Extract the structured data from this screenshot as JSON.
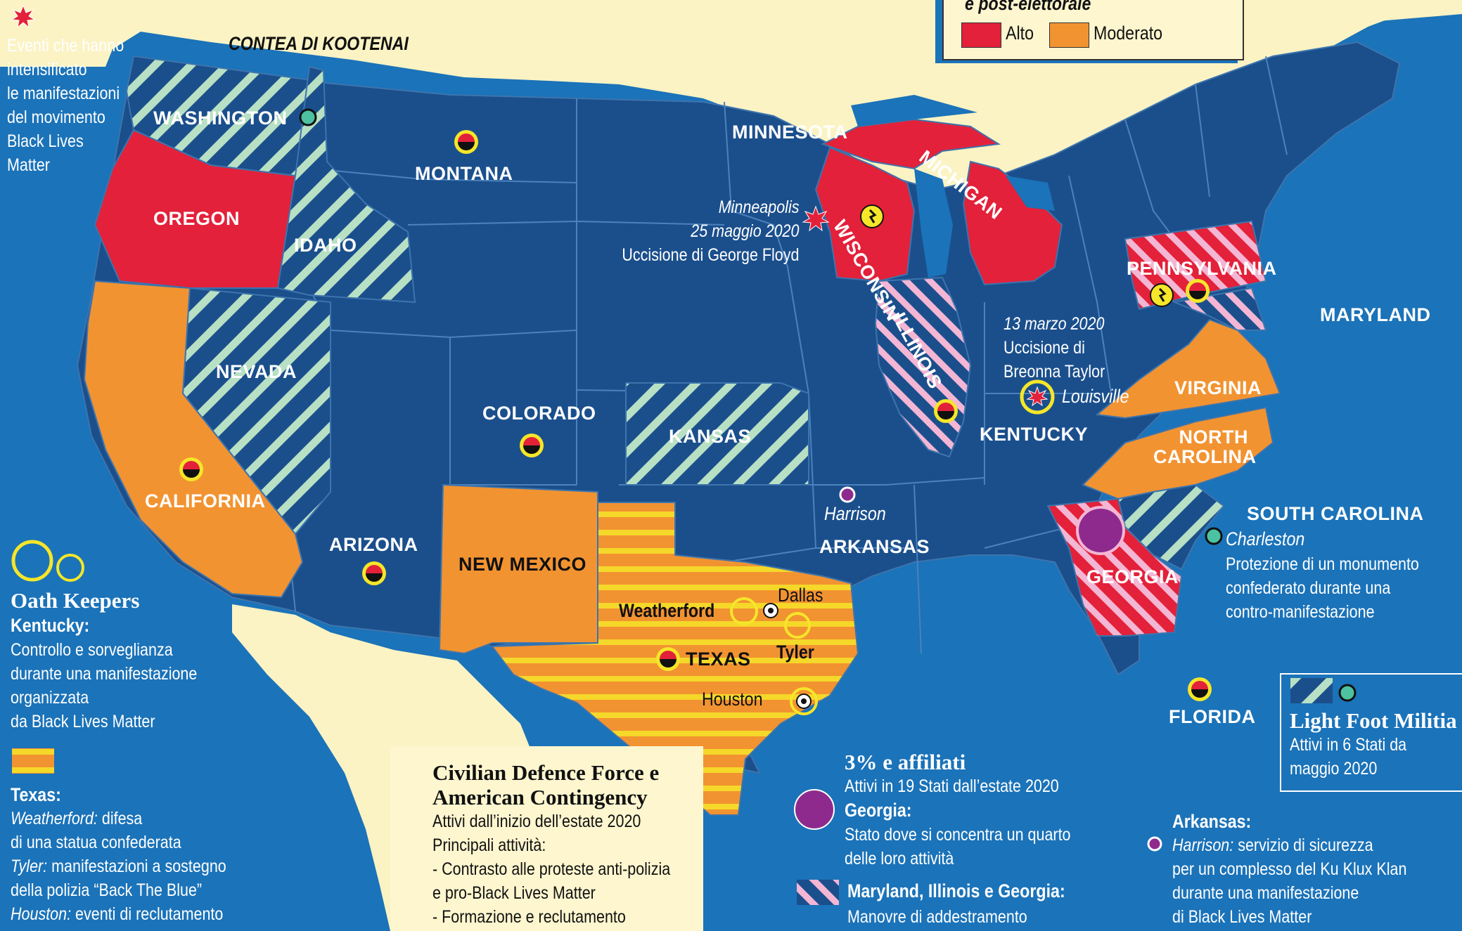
{
  "colors": {
    "ocean": "#1b73b9",
    "state_blue": "#1b4f8c",
    "alto": "#e3213a",
    "moderato": "#f29331",
    "land_beige": "#fbf3c4",
    "hatch_green": "#b8e0c4",
    "hatch_pink": "#f3b6d4",
    "cdf_yellow": "#f5e629",
    "purple": "#8e2a8e"
  },
  "legend": {
    "title": "e post-elettorale",
    "items": [
      {
        "label": "Alto",
        "color": "#e3213a"
      },
      {
        "label": "Moderato",
        "color": "#f29331"
      }
    ]
  },
  "blm_legend": {
    "icon": "red-starburst-icon",
    "lines": [
      "Eventi che hanno",
      "intensificato",
      "le manifestazioni",
      "del movimento",
      "Black Lives",
      "Matter"
    ]
  },
  "states": {
    "washington": "WASHINGTON",
    "oregon": "OREGON",
    "idaho": "IDAHO",
    "montana": "MONTANA",
    "nevada": "NEVADA",
    "california": "CALIFORNIA",
    "arizona": "ARIZONA",
    "colorado": "COLORADO",
    "new_mexico": "NEW MEXICO",
    "texas": "TEXAS",
    "kansas": "KANSAS",
    "minnesota": "MINNESOTA",
    "wisconsin": "WISCONSIN",
    "michigan": "MICHIGAN",
    "illinois": "ILLINOIS",
    "kentucky": "KENTUCKY",
    "arkansas": "ARKANSAS",
    "pennsylvania": "PENNSYLVANIA",
    "maryland": "MARYLAND",
    "virginia": "VIRGINIA",
    "north_carolina": [
      "NORTH",
      "CAROLINA"
    ],
    "south_carolina": "SOUTH CAROLINA",
    "georgia": "GEORGIA",
    "florida": "FLORIDA"
  },
  "places": {
    "kootenai": "CONTEA DI KOOTENAI",
    "minneapolis": [
      "Minneapolis",
      "25 maggio 2020",
      "Uccisione di George Floyd"
    ],
    "louisville_event": [
      "13 marzo 2020",
      "Uccisione di",
      "Breonna Taylor"
    ],
    "louisville": "Louisville",
    "harrison": "Harrison",
    "weatherford": "Weatherford",
    "dallas": "Dallas",
    "tyler": "Tyler",
    "houston": "Houston",
    "charleston": "Charleston",
    "charleston_note": [
      "Protezione di un monumento",
      "confederato durante una",
      "contro-manifestazione"
    ]
  },
  "oath_keepers": {
    "title": "Oath Keepers",
    "subtitle": "Kentucky:",
    "lines": [
      "Controllo e sorveglianza",
      "durante una manifestazione",
      "organizzata",
      "da Black Lives Matter"
    ]
  },
  "texas_note": {
    "subtitle": "Texas:",
    "lines": [
      {
        "place": "Weatherford:",
        "text": " difesa"
      },
      {
        "place": "",
        "text": "di una statua confederata"
      },
      {
        "place": "Tyler:",
        "text": " manifestazioni a sostegno"
      },
      {
        "place": "",
        "text": "della polizia “Back The Blue”"
      },
      {
        "place": "Houston:",
        "text": " eventi di reclutamento"
      }
    ]
  },
  "cdf": {
    "title": [
      "Civilian Defence Force e",
      "American Contingency"
    ],
    "lines": [
      "Attivi dall’inizio dell’estate 2020",
      "Principali attività:",
      "- Contrasto alle proteste anti-polizia",
      "e pro-Black Lives Matter",
      "- Formazione e reclutamento"
    ]
  },
  "three_percent": {
    "title": "3% e affiliati",
    "line1": "Attivi in 19 Stati dall’estate 2020",
    "subtitle": "Georgia:",
    "lines": [
      "Stato dove si concentra un quarto",
      "delle loro attività"
    ],
    "hatch_title": "Maryland, Illinois e Georgia:",
    "hatch_line": "Manovre di addestramento"
  },
  "light_foot": {
    "title": "Light Foot Militia",
    "lines": [
      "Attivi in 6 Stati da",
      "maggio 2020"
    ]
  },
  "arkansas_note": {
    "subtitle": "Arkansas:",
    "lines": [
      {
        "place": "Harrison:",
        "text": " servizio di sicurezza"
      },
      {
        "place": "",
        "text": "per un complesso del Ku Klux Klan"
      },
      {
        "place": "",
        "text": "durante una manifestazione"
      },
      {
        "place": "",
        "text": "di Black Lives Matter"
      }
    ]
  }
}
